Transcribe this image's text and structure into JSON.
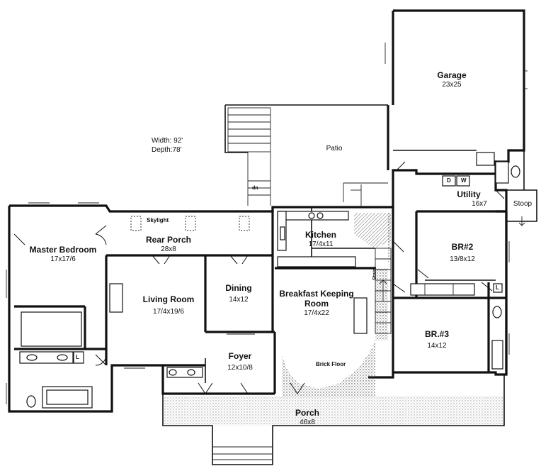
{
  "plan_info": {
    "width": "Width: 92'",
    "depth": "Depth:78'"
  },
  "rooms": {
    "garage": {
      "name": "Garage",
      "dim": "23x25"
    },
    "patio": {
      "name": "Patio"
    },
    "utility": {
      "name": "Utility",
      "dim": "16x7"
    },
    "stoop": {
      "name": "Stoop"
    },
    "master_bedroom": {
      "name": "Master Bedroom",
      "dim": "17x17/6"
    },
    "rear_porch": {
      "name": "Rear Porch",
      "dim": "28x8"
    },
    "kitchen": {
      "name": "Kitchen",
      "dim": "17/4x11"
    },
    "br2": {
      "name": "BR#2",
      "dim": "13/8x12"
    },
    "living_room": {
      "name": "Living Room",
      "dim": "17/4x19/6"
    },
    "dining": {
      "name": "Dining",
      "dim": "14x12"
    },
    "breakfast": {
      "name": "Breakfast Keeping Room",
      "dim": "17/4x22"
    },
    "br3": {
      "name": "BR.#3",
      "dim": "14x12"
    },
    "foyer": {
      "name": "Foyer",
      "dim": "12x10/8"
    },
    "porch": {
      "name": "Porch",
      "dim": "46x8"
    }
  },
  "annotations": {
    "skylight": "Skylight",
    "brick_floor": "Brick Floor",
    "stairs": "Stairs",
    "dn": "dn",
    "washer": "W",
    "dryer": "D",
    "linen_master": "L",
    "linen_br2": "L"
  }
}
